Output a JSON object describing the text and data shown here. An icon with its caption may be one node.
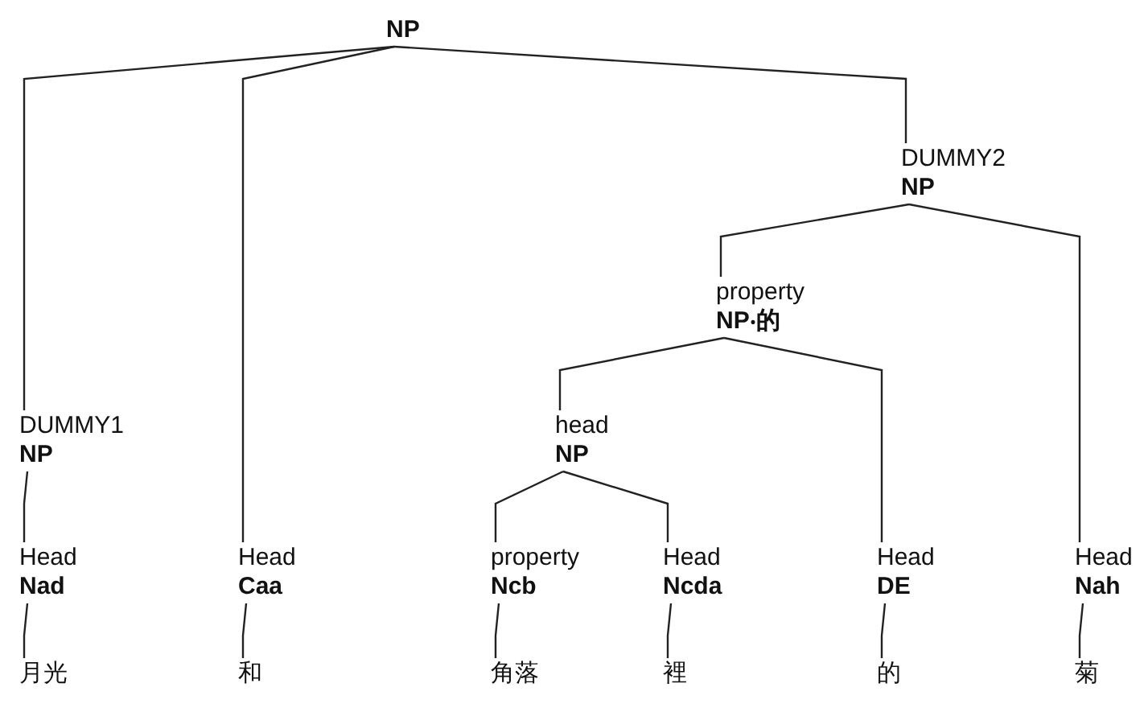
{
  "diagram": {
    "nodes": [
      {
        "text": [
          "NP"
        ]
      },
      {
        "text": [
          "DUMMY1",
          "NP"
        ]
      },
      {
        "text": [
          "Head",
          "Nad"
        ]
      },
      {
        "text": [
          "月光"
        ]
      },
      {
        "text": [
          "Head",
          "Caa"
        ]
      },
      {
        "text": [
          "和"
        ]
      },
      {
        "text": [
          "DUMMY2",
          "NP"
        ]
      },
      {
        "text": [
          "property",
          "NP‧的"
        ]
      },
      {
        "text": [
          "head",
          "NP"
        ]
      },
      {
        "text": [
          "property",
          "Ncb"
        ]
      },
      {
        "text": [
          "角落"
        ]
      },
      {
        "text": [
          "Head",
          "Ncda"
        ]
      },
      {
        "text": [
          "裡"
        ]
      },
      {
        "text": [
          "Head",
          "DE"
        ]
      },
      {
        "text": [
          "的"
        ]
      },
      {
        "text": [
          "Head",
          "Nah"
        ]
      },
      {
        "text": [
          "菊"
        ]
      }
    ],
    "edges": [
      {
        "from": 0,
        "to": 1,
        "arrow": "none"
      },
      {
        "from": 1,
        "to": 2,
        "arrow": "none"
      },
      {
        "from": 2,
        "to": 3,
        "arrow": "none"
      },
      {
        "from": 0,
        "to": 4,
        "arrow": "none"
      },
      {
        "from": 4,
        "to": 5,
        "arrow": "none"
      },
      {
        "from": 0,
        "to": 6,
        "arrow": "none"
      },
      {
        "from": 6,
        "to": 7,
        "arrow": "none"
      },
      {
        "from": 7,
        "to": 8,
        "arrow": "none"
      },
      {
        "from": 8,
        "to": 9,
        "arrow": "none"
      },
      {
        "from": 9,
        "to": 10,
        "arrow": "none"
      },
      {
        "from": 8,
        "to": 11,
        "arrow": "none"
      },
      {
        "from": 11,
        "to": 12,
        "arrow": "none"
      },
      {
        "from": 7,
        "to": 13,
        "arrow": "none"
      },
      {
        "from": 13,
        "to": 14,
        "arrow": "none"
      },
      {
        "from": 6,
        "to": 15,
        "arrow": "none"
      },
      {
        "from": 15,
        "to": 16,
        "arrow": "none"
      }
    ]
  }
}
